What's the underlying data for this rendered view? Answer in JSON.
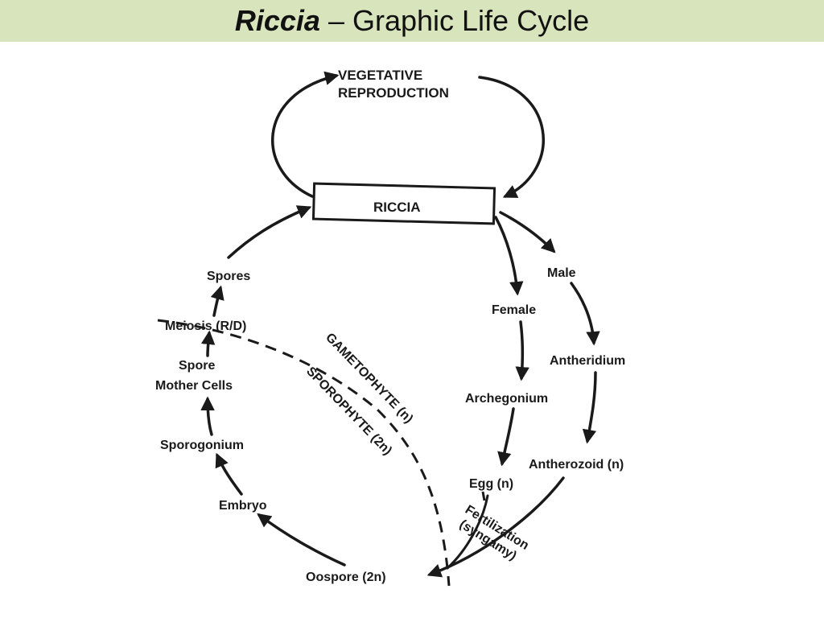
{
  "slide": {
    "title_italic": "Riccia",
    "title_rest": " – Graphic Life Cycle",
    "title_bg": "#d8e4bc"
  },
  "diagram": {
    "vegetative_line1": "VEGETATIVE",
    "vegetative_line2": "REPRODUCTION",
    "riccia_box": "RICCIA",
    "male": "Male",
    "female": "Female",
    "antheridium": "Antheridium",
    "archegonium": "Archegonium",
    "antherozoid": "Antherozoid (n)",
    "egg": "Egg (n)",
    "fertilization_line1": "Fertilization",
    "fertilization_line2": "(syngamy)",
    "oospore": "Oospore (2n)",
    "embryo": "Embryo",
    "sporogonium": "Sporogonium",
    "spore_line1": "Spore",
    "spore_line2": "Mother Cells",
    "meiosis": "Meiosis (R/D)",
    "spores": "Spores",
    "gametophyte": "GAMETOPHYTE (n)",
    "sporophyte": "SPOROPHYTE (2n)"
  }
}
